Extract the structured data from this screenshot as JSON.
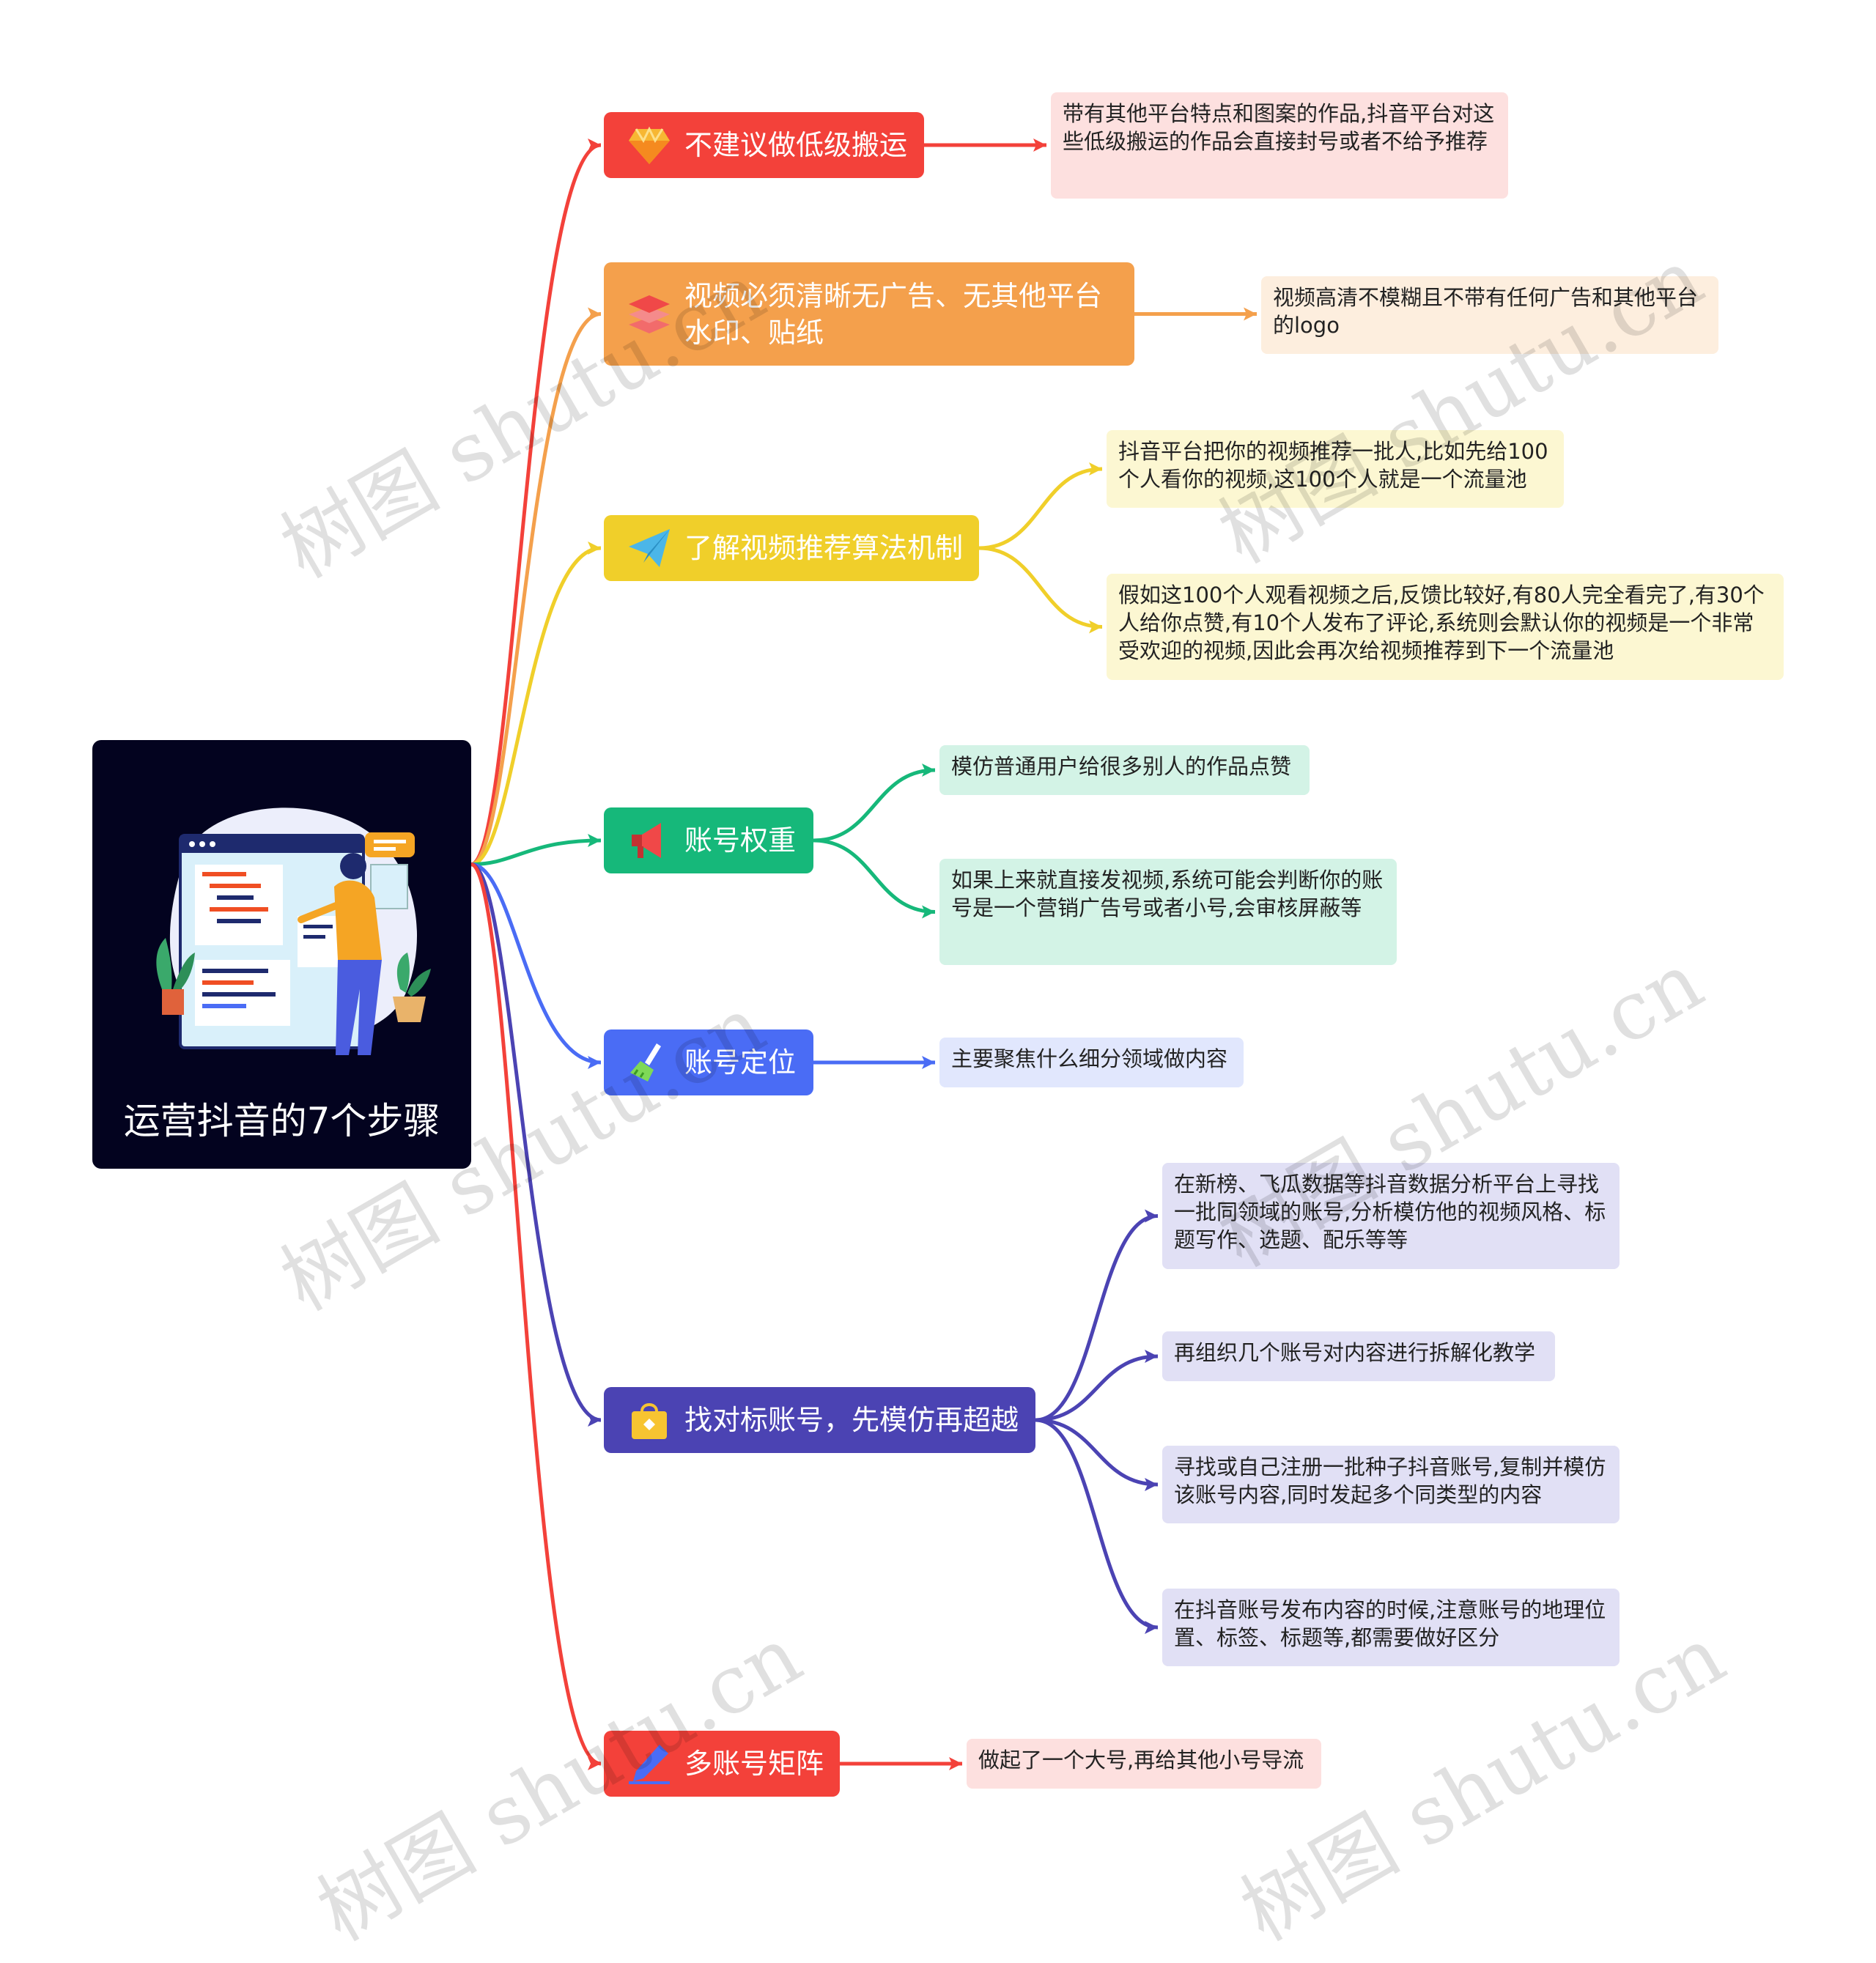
{
  "root": {
    "title": "运营抖音的7个步骤"
  },
  "branches": [
    {
      "label": "不建议做低级搬运",
      "icon": "diamond-icon",
      "color": "#f3413a",
      "leaf_bg": "#fde0df",
      "leaves": [
        "带有其他平台特点和图案的作品,抖音平台对这些低级搬运的作品会直接封号或者不给予推荐"
      ]
    },
    {
      "label": "视频必须清晰无广告、无其他平台水印、贴纸",
      "icon": "layers-icon",
      "color": "#f4a04c",
      "leaf_bg": "#fdeede",
      "leaves": [
        "视频高清不模糊且不带有任何广告和其他平台的logo"
      ]
    },
    {
      "label": "了解视频推荐算法机制",
      "icon": "paper-plane-icon",
      "color": "#f0cf2a",
      "leaf_bg": "#fcf7d2",
      "leaves": [
        "抖音平台把你的视频推荐一批人,比如先给100个人看你的视频,这100个人就是一个流量池",
        "假如这100个人观看视频之后,反馈比较好,有80人完全看完了,有30个人给你点赞,有10个人发布了评论,系统则会默认你的视频是一个非常受欢迎的视频,因此会再次给视频推荐到下一个流量池"
      ]
    },
    {
      "label": "账号权重",
      "icon": "megaphone-icon",
      "color": "#16b87a",
      "leaf_bg": "#d3f3e6",
      "leaves": [
        "模仿普通用户给很多别人的作品点赞",
        "如果上来就直接发视频,系统可能会判断你的账号是一个营销广告号或者小号,会审核屏蔽等"
      ]
    },
    {
      "label": "账号定位",
      "icon": "broom-icon",
      "color": "#4a6cf5",
      "leaf_bg": "#e1e7fd",
      "leaves": [
        "主要聚焦什么细分领域做内容"
      ]
    },
    {
      "label": "找对标账号，先模仿再超越",
      "icon": "shopping-bag-icon",
      "color": "#4b43b3",
      "leaf_bg": "#e1e0f5",
      "leaves": [
        "在新榜、飞瓜数据等抖音数据分析平台上寻找一批同领域的账号,分析模仿他的视频风格、标题写作、选题、配乐等等",
        "再组织几个账号对内容进行拆解化教学",
        "寻找或自己注册一批种子抖音账号,复制并模仿该账号内容,同时发起多个同类型的内容",
        "在抖音账号发布内容的时候,注意账号的地理位置、标签、标题等,都需要做好区分"
      ]
    },
    {
      "label": "多账号矩阵",
      "icon": "pen-icon",
      "color": "#f3413a",
      "leaf_bg": "#fde0df",
      "leaves": [
        "做起了一个大号,再给其他小号导流"
      ]
    }
  ],
  "watermark": "树图 shutu.cn"
}
